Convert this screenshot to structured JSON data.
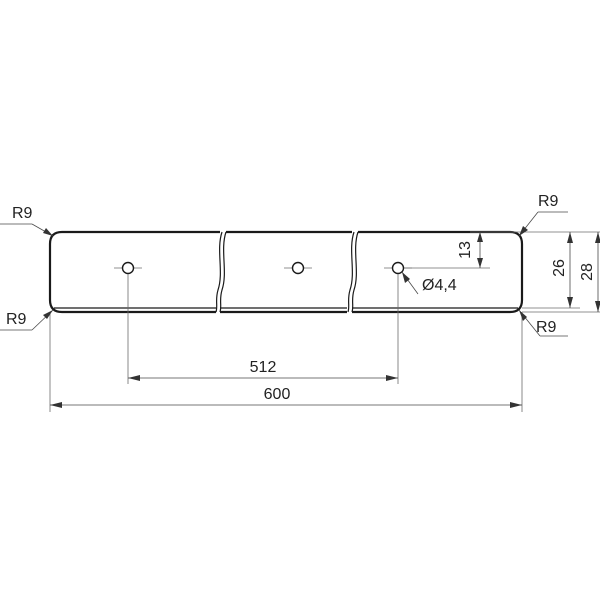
{
  "dimensions": {
    "length": "600",
    "hole_spacing": "512",
    "height_outer": "28",
    "height_inner": "26",
    "hole_offset": "13",
    "hole_diameter": "Ø4,4"
  },
  "radii": {
    "top_left": "R9",
    "bottom_left": "R9",
    "top_right": "R9",
    "bottom_right": "R9"
  }
}
